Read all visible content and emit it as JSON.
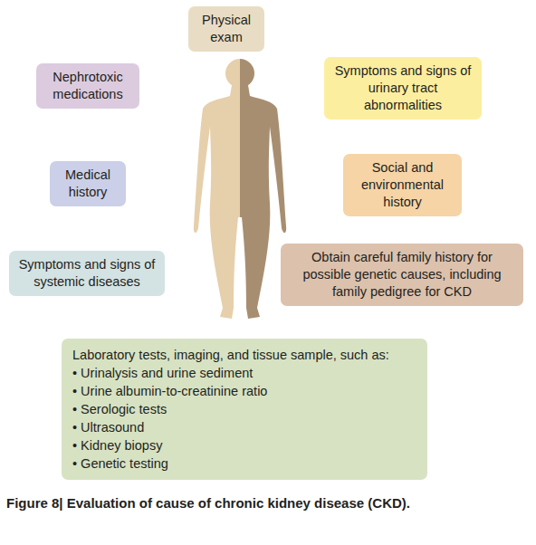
{
  "diagram": {
    "caption": "Figure 8| Evaluation of cause of chronic kidney disease (CKD).",
    "nodes": [
      {
        "text": [
          "Physical exam"
        ]
      },
      {
        "text": [
          "Nephrotoxic medications"
        ]
      },
      {
        "text": [
          "Symptoms and signs of urinary tract abnormalities"
        ]
      },
      {
        "text": [
          "Medical history"
        ]
      },
      {
        "text": [
          "Social and environmental history"
        ]
      },
      {
        "text": [
          "Obtain careful family history for possible genetic causes, including family pedigree for CKD"
        ]
      },
      {
        "text": [
          "Symptoms and signs of systemic diseases"
        ]
      },
      {
        "text": [
          "Laboratory tests, imaging, and tissue sample, such as:",
          "• Urinalysis and urine sediment",
          "• Urine albumin-to-creatinine ratio",
          "• Serologic tests",
          "• Ultrasound",
          "• Kidney biopsy",
          "• Genetic testing"
        ]
      }
    ]
  }
}
